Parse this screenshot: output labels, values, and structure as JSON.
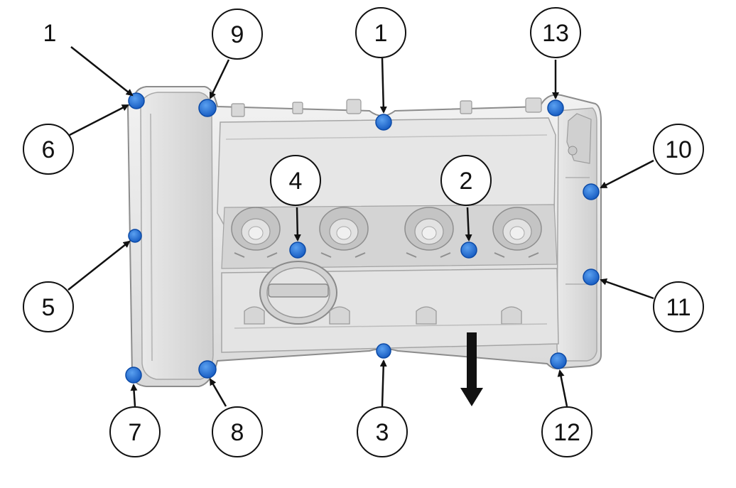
{
  "diagram": {
    "labels": {
      "top_left_plain": "1",
      "c1": "1",
      "c2": "2",
      "c3": "3",
      "c4": "4",
      "c5": "5",
      "c6": "6",
      "c7": "7",
      "c8": "8",
      "c9": "9",
      "c10": "10",
      "c11": "11",
      "c12": "12",
      "c13": "13"
    },
    "colors": {
      "bolt": "#1f6fd6",
      "bolt_edge": "#0c4aa6",
      "cover_light": "#eeeeee",
      "cover_mid": "#d6d6d6",
      "cover_dark": "#9a9a9a",
      "ink": "#111111"
    },
    "icons": {
      "bolt": "bolt-marker",
      "direction": "down-arrow"
    }
  }
}
